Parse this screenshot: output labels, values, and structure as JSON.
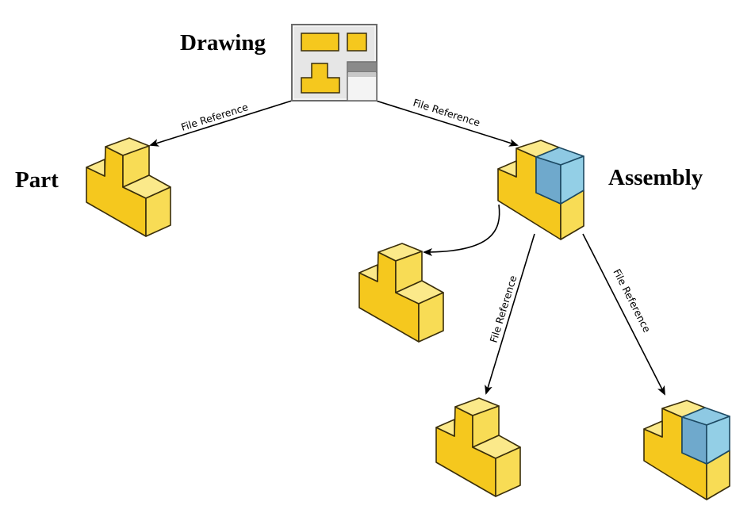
{
  "diagram": {
    "title": "CAD file reference hierarchy",
    "nodes": [
      {
        "id": "drawing",
        "label": "Drawing",
        "type": "drawing-icon"
      },
      {
        "id": "part",
        "label": "Part",
        "type": "part-icon"
      },
      {
        "id": "assembly",
        "label": "Assembly",
        "type": "assembly-icon"
      },
      {
        "id": "assembly-child-part-1",
        "label": "",
        "type": "part-icon"
      },
      {
        "id": "assembly-child-part-2",
        "label": "",
        "type": "part-icon"
      },
      {
        "id": "assembly-child-assembly",
        "label": "",
        "type": "assembly-icon"
      }
    ],
    "edges": [
      {
        "from": "drawing",
        "to": "part",
        "label": "File Reference"
      },
      {
        "from": "drawing",
        "to": "assembly",
        "label": "File Reference"
      },
      {
        "from": "assembly",
        "to": "assembly-child-part-1",
        "label": ""
      },
      {
        "from": "assembly",
        "to": "assembly-child-part-2",
        "label": "File Reference"
      },
      {
        "from": "assembly",
        "to": "assembly-child-assembly",
        "label": "File Reference"
      }
    ]
  },
  "colors": {
    "part_yellow_front": "#f5c81e",
    "part_yellow_top": "#fbe98a",
    "part_yellow_side": "#f8dc55",
    "assembly_blue_top": "#8ec9e3",
    "assembly_blue_front": "#6fa9cc",
    "assembly_blue_side": "#93cfe6",
    "drawing_sheet": "#e6e6e6",
    "drawing_border": "#6b6b6b"
  }
}
